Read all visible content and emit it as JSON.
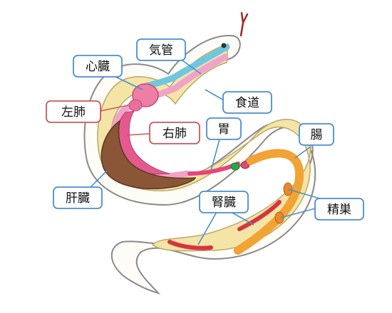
{
  "labels": {
    "trachea": "気管",
    "heart": "心臓",
    "esophagus": "食道",
    "left_lung": "左肺",
    "right_lung": "右肺",
    "stomach": "胃",
    "intestine": "腸",
    "liver": "肝臓",
    "kidney": "腎臓",
    "testis": "精巣"
  },
  "colors": {
    "blue_callout": "#4a8fd0",
    "red_callout": "#c9575d",
    "body_fill": "#f3e4a8",
    "trachea": "#6fc7df",
    "esophagus": "#f0a3c8",
    "lung": "#e45a8e",
    "liver": "#8a5637",
    "kidney": "#d8343f",
    "intestine": "#f1a336",
    "gallbladder": "#2aa646"
  }
}
